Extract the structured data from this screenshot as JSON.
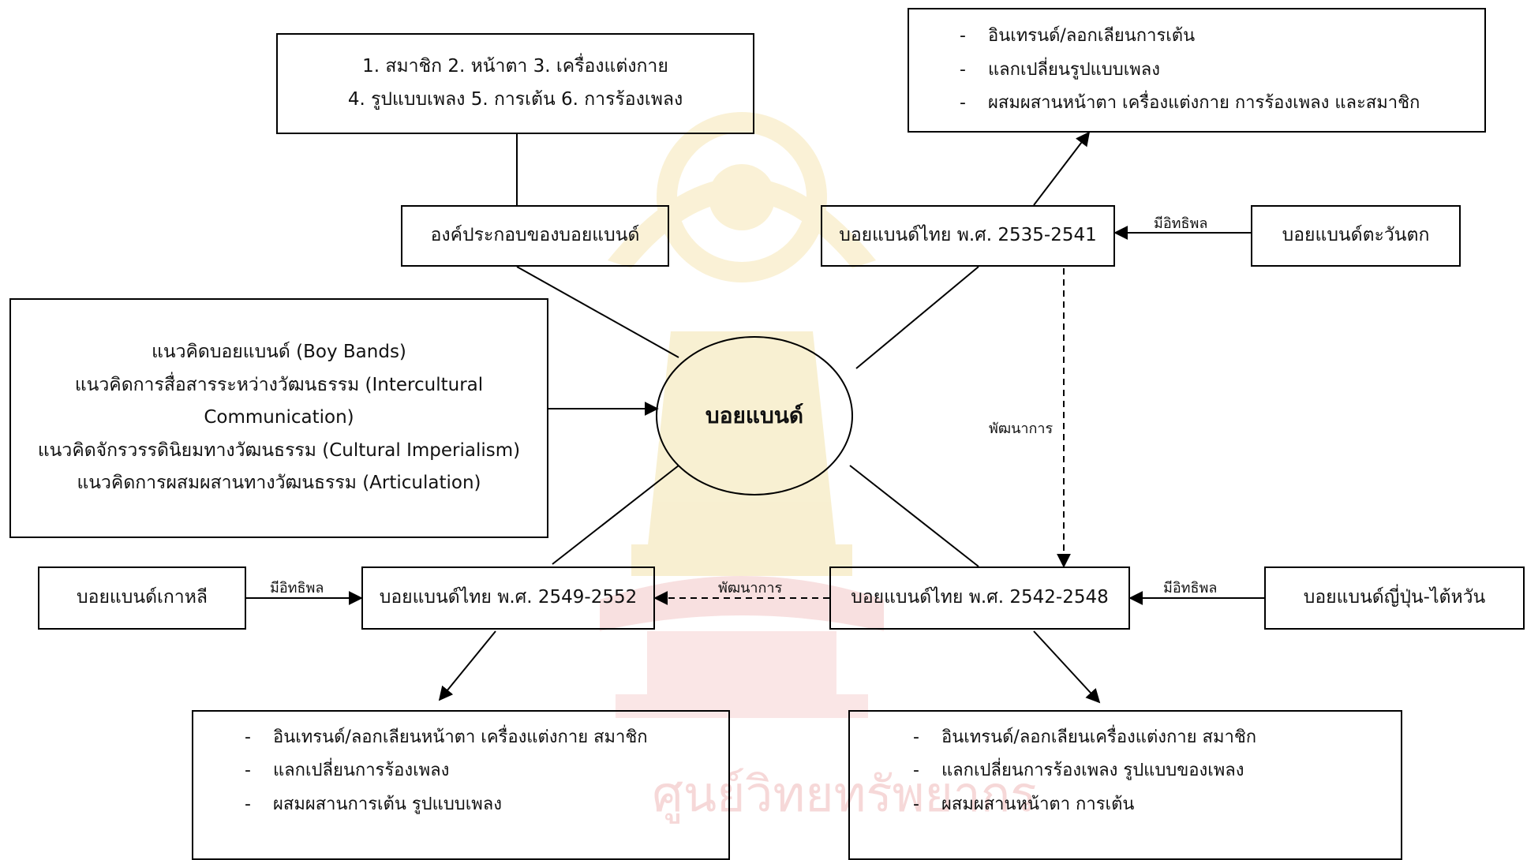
{
  "components": {
    "list_line1": "1. สมาชิก  2. หน้าตา 3. เครื่องแต่งกาย",
    "list_line2": "4. รูปแบบเพลง 5. การเต้น  6. การร้องเพลง",
    "title": "องค์ประกอบของบอยแบนด์"
  },
  "concepts": {
    "line1": "แนวคิดบอยแบนด์  (Boy Bands)",
    "line2": "แนวคิดการสื่อสารระหว่างวัฒนธรรม  (Intercultural",
    "line3": "Communication)",
    "line4": "แนวคิดจักรวรรดินิยมทางวัฒนธรรม  (Cultural Imperialism)",
    "line5": "แนวคิดการผสมผสานทางวัฒนธรรม  (Articulation)"
  },
  "center": "บอยแบนด์",
  "thai_2535": {
    "label": "บอยแบนด์ไทย พ.ศ. 2535-2541",
    "influence_label": "มีอิทธิพล",
    "source": "บอยแบนด์ตะวันตก",
    "outcomes": [
      "อินเทรนด์/ลอกเลียนการเต้น",
      "แลกเปลี่ยนรูปแบบเพลง",
      "ผสมผสานหน้าตา เครื่องแต่งกาย การร้องเพลง และสมาชิก"
    ]
  },
  "development_label": "พัฒนาการ",
  "thai_2542": {
    "label": "บอยแบนด์ไทย พ.ศ. 2542-2548",
    "influence_label": "มีอิทธิพล",
    "source": "บอยแบนด์ญี่ปุ่น-ไต้หวัน",
    "outcomes": [
      "อินเทรนด์/ลอกเลียนเครื่องแต่งกาย สมาชิก",
      "แลกเปลี่ยนการร้องเพลง รูปแบบของเพลง",
      "ผสมผสานหน้าตา  การเต้น"
    ]
  },
  "thai_2549": {
    "label": "บอยแบนด์ไทย พ.ศ. 2549-2552",
    "influence_label": "มีอิทธิพล",
    "source": "บอยแบนด์เกาหลี",
    "outcomes": [
      "อินเทรนด์/ลอกเลียนหน้าตา เครื่องแต่งกาย สมาชิก",
      "แลกเปลี่ยนการร้องเพลง",
      "ผสมผสานการเต้น รูปแบบเพลง"
    ]
  },
  "list_dash": "-",
  "watermark_text": "ศูนย์วิทยทรัพยากร",
  "colors": {
    "line": "#000000",
    "watermark_gold": "#f3e1a8",
    "watermark_red": "#f2c6c6"
  }
}
